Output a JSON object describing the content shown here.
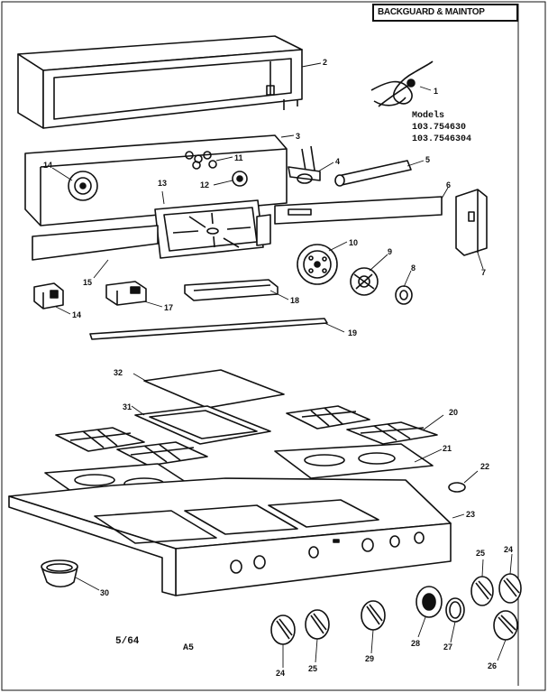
{
  "header": {
    "title": "BACKGUARD & MAINTOP"
  },
  "models": {
    "heading": "Models",
    "list": [
      "103.754630",
      "103.7546304"
    ]
  },
  "footer": {
    "date_code": "5/64",
    "sheet_code": "A5"
  },
  "callouts": [
    "1",
    "2",
    "3",
    "4",
    "5",
    "6",
    "7",
    "8",
    "9",
    "10",
    "11",
    "12",
    "13",
    "14",
    "14",
    "15",
    "17",
    "18",
    "19",
    "20",
    "21",
    "22",
    "23",
    "24",
    "24",
    "25",
    "25",
    "26",
    "27",
    "28",
    "29",
    "30",
    "31",
    "32"
  ]
}
